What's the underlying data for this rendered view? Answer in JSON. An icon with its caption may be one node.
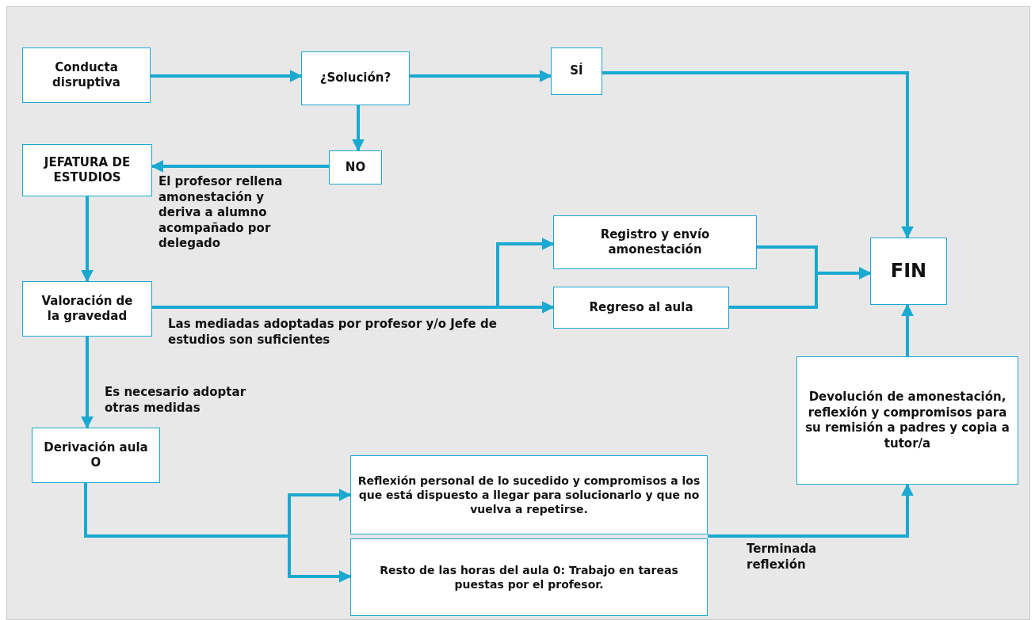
{
  "diagram": {
    "nodes": [
      {
        "text": [
          "Conducta disruptiva"
        ]
      },
      {
        "text": [
          "¿Solución?"
        ]
      },
      {
        "text": [
          "SÍ"
        ]
      },
      {
        "text": [
          "NO"
        ]
      },
      {
        "text": [
          "JEFATURA DE ESTUDIOS"
        ]
      },
      {
        "text": [
          "Valoración de la gravedad"
        ]
      },
      {
        "text": [
          "Registro y envío amonestación"
        ]
      },
      {
        "text": [
          "Regreso al aula"
        ]
      },
      {
        "text": [
          "FIN"
        ]
      },
      {
        "text": [
          "Derivación aula O"
        ]
      },
      {
        "text": [
          "Reflexión personal de lo sucedido y compromisos a los que está dispuesto a llegar para solucionarlo y que no vuelva a repetirse."
        ]
      },
      {
        "text": [
          "Resto de las horas del aula 0: Trabajo en tareas puestas por el profesor."
        ]
      },
      {
        "text": [
          "Devolución de amonestación, reflexión y compromisos para su remisión a padres y copia a tutor/a"
        ]
      }
    ],
    "edges": [
      {
        "from": 0,
        "to": 1,
        "arrow": "to"
      },
      {
        "from": 1,
        "to": 2,
        "arrow": "to"
      },
      {
        "from": 2,
        "to": 8,
        "arrow": "to"
      },
      {
        "from": 1,
        "to": 3,
        "arrow": "to"
      },
      {
        "from": 3,
        "to": 4,
        "arrow": "to",
        "label": "El profesor rellena amonestación y deriva a alumno acompañado por delegado"
      },
      {
        "from": 4,
        "to": 5,
        "arrow": "to"
      },
      {
        "from": 5,
        "to": 6,
        "arrow": "to"
      },
      {
        "from": 5,
        "to": 7,
        "arrow": "to",
        "label": "Las mediadas adoptadas por profesor y/o Jefe de estudios son suficientes"
      },
      {
        "from": 6,
        "to": 8,
        "arrow": "to"
      },
      {
        "from": 7,
        "to": 8,
        "arrow": "to"
      },
      {
        "from": 5,
        "to": 9,
        "arrow": "to",
        "label": "Es necesario adoptar otras medidas"
      },
      {
        "from": 9,
        "to": 10,
        "arrow": "to"
      },
      {
        "from": 9,
        "to": 11,
        "arrow": "to"
      },
      {
        "from": 10,
        "to": 12,
        "arrow": "to",
        "label": "Terminada reflexión"
      },
      {
        "from": 12,
        "to": 8,
        "arrow": "to"
      }
    ]
  }
}
